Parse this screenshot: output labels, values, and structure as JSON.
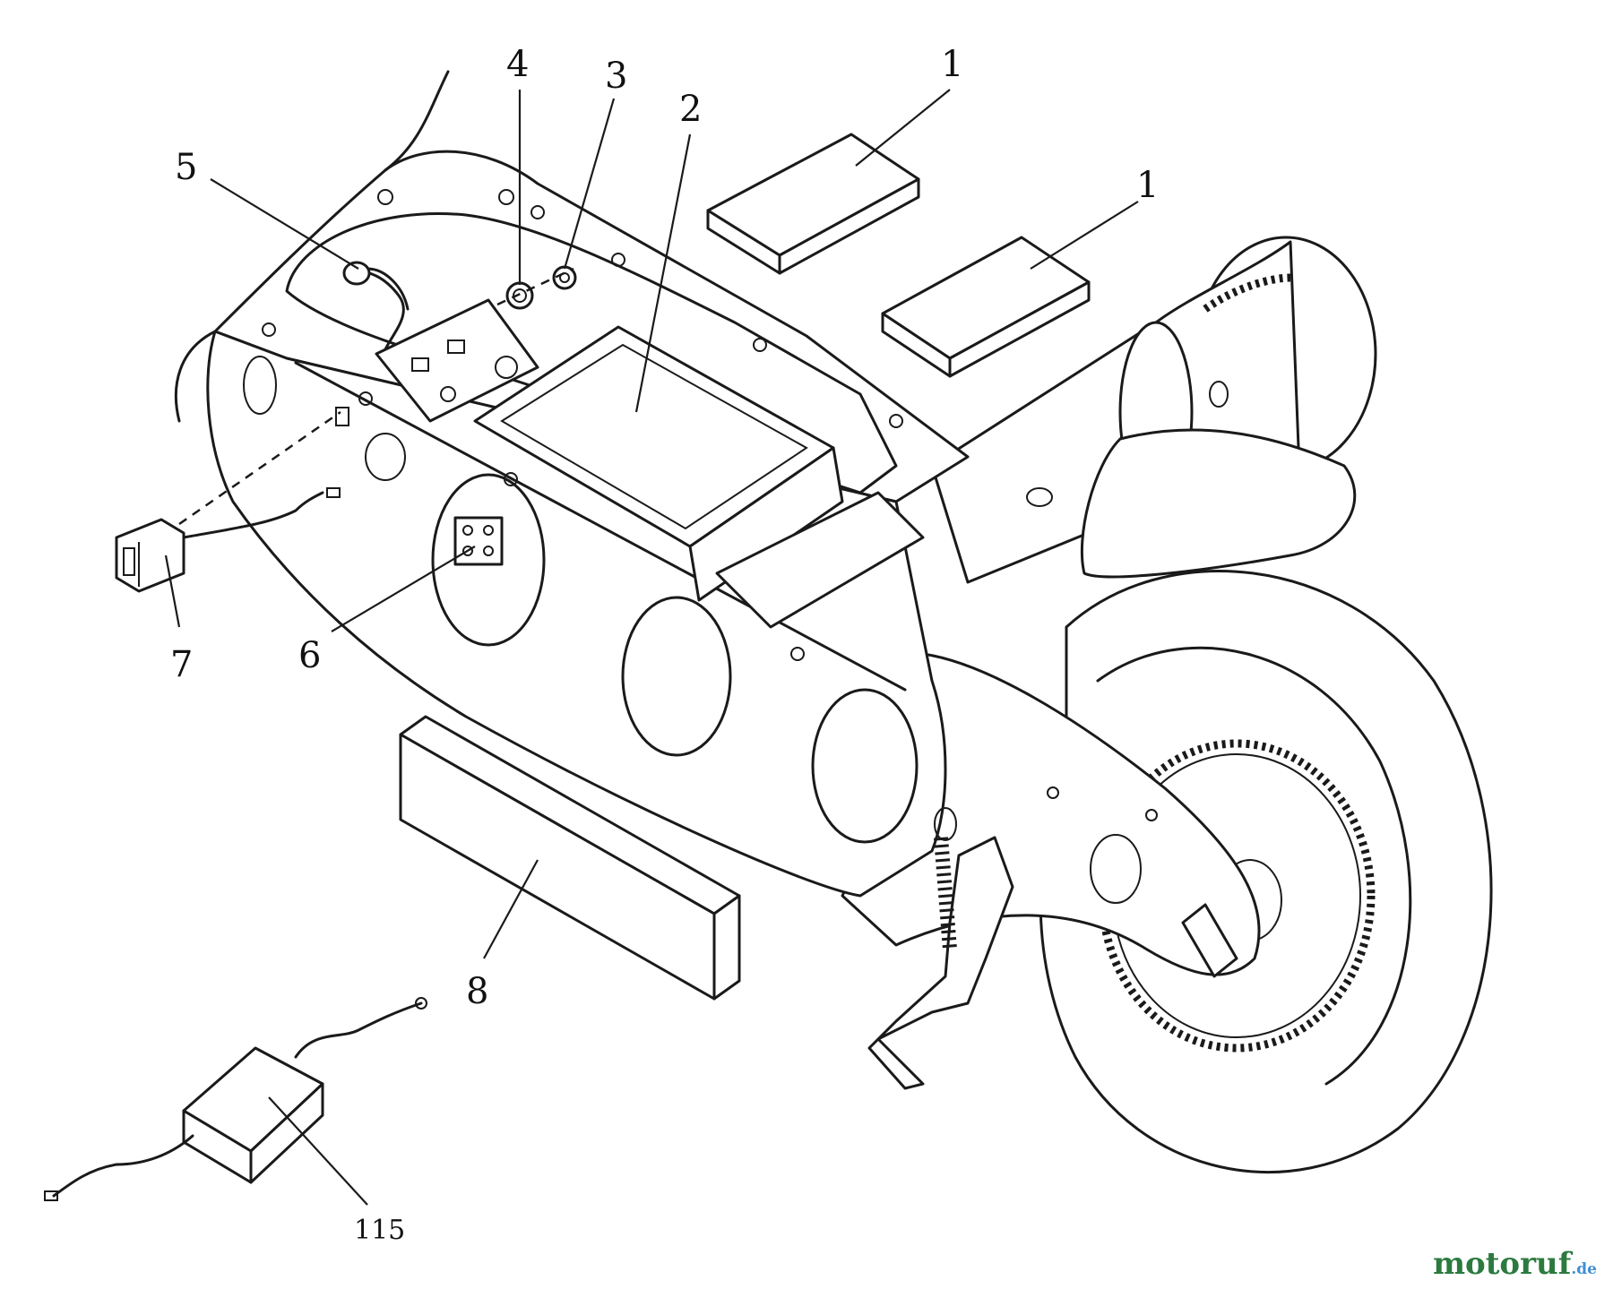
{
  "callouts": [
    {
      "id": "c1a",
      "label": "1"
    },
    {
      "id": "c1b",
      "label": "1"
    },
    {
      "id": "c2",
      "label": "2"
    },
    {
      "id": "c3",
      "label": "3"
    },
    {
      "id": "c4",
      "label": "4"
    },
    {
      "id": "c5",
      "label": "5"
    },
    {
      "id": "c6",
      "label": "6"
    },
    {
      "id": "c7",
      "label": "7"
    },
    {
      "id": "c8",
      "label": "8"
    },
    {
      "id": "c115",
      "label": "115"
    }
  ],
  "watermark": {
    "main": "motoruf",
    "tld": ".de"
  }
}
